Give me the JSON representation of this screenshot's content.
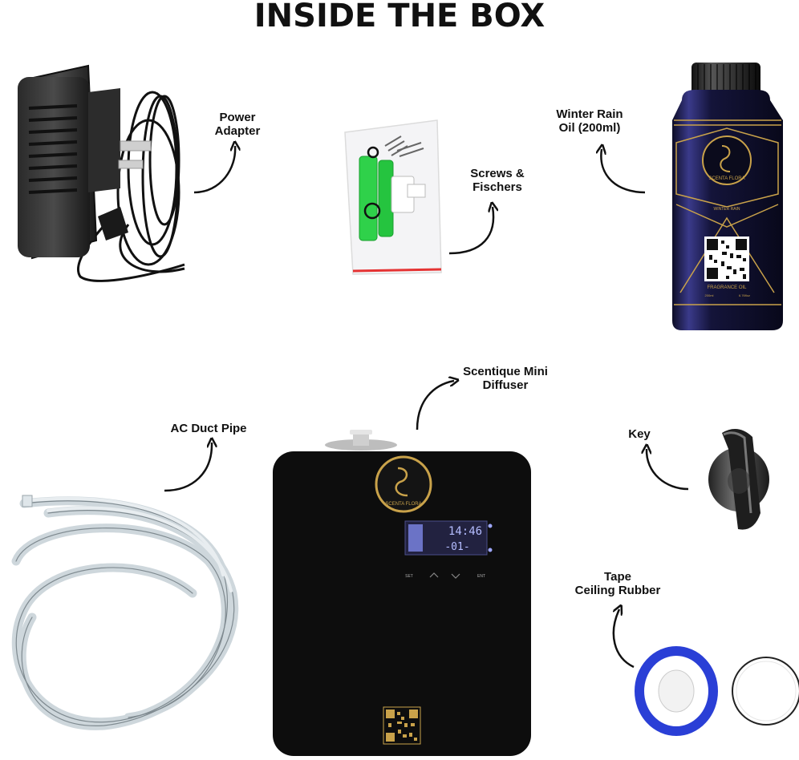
{
  "title": "INSIDE THE BOX",
  "labels": {
    "power_adapter": "Power\nAdapter",
    "screws": "Screws &\nFischers",
    "winter_rain": "Winter Rain\nOil (200ml)",
    "diffuser": "Scentique Mini\nDiffuser",
    "duct_pipe": "AC Duct Pipe",
    "key": "Key",
    "tape": "Tape\nCeiling Rubber"
  },
  "bottle": {
    "brand": "SCENTA FLORA",
    "variant": "WINTER\nRAIN",
    "product": "FRAGRANCE OIL",
    "volume_ml": "200ml",
    "volume_oz": "6.76floz"
  },
  "diffuser_device": {
    "brand": "SCENTA FLORA",
    "display_top": "14:46",
    "display_bottom": "-01-",
    "buttons": [
      "SET",
      "ENT"
    ]
  },
  "colors": {
    "text": "#111111",
    "bottle_glass": "#1a1a3d",
    "gold": "#c9a24a",
    "device": "#0d0d0d",
    "lcd": "#8a96ff",
    "tape_blue": "#2a3fd6"
  }
}
